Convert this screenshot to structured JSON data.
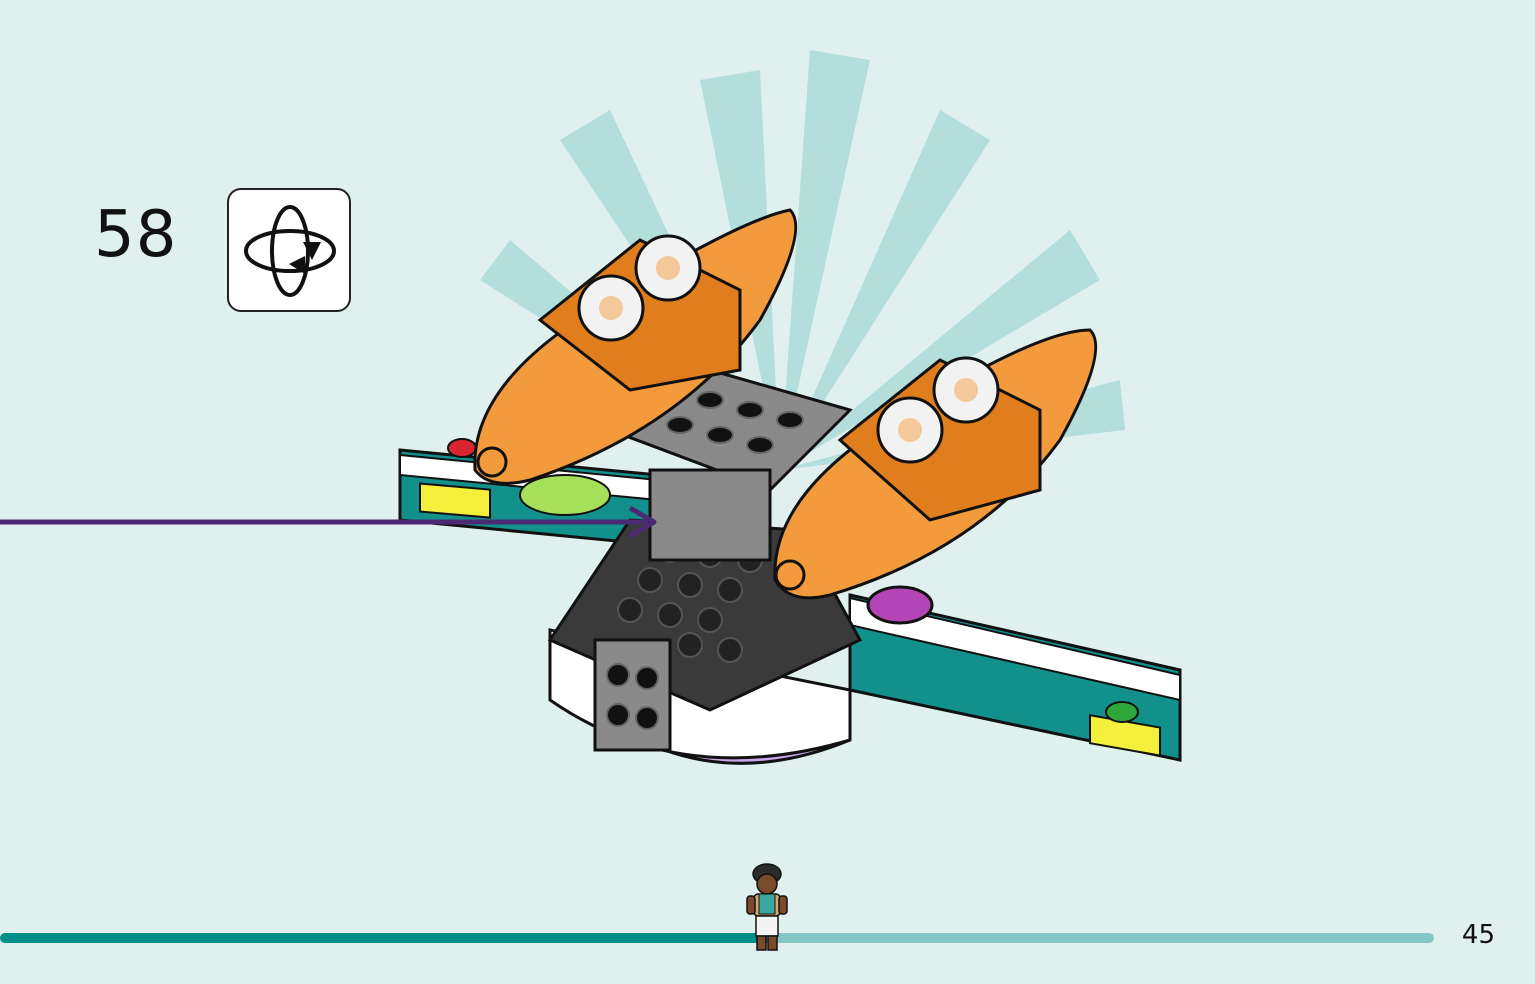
{
  "step": {
    "number": "58"
  },
  "rotate_icon": {
    "name": "rotate-model-icon"
  },
  "page": {
    "number": "45"
  },
  "progress": {
    "fraction": 0.535
  },
  "colors": {
    "background": "#dff0ef",
    "progress_track": "#84c7c4",
    "progress_fill": "#008f8a",
    "pointer_line": "#4b2a73",
    "brick_orange": "#f39a3c",
    "brick_teal": "#12918c",
    "brick_gray": "#8a8a8a",
    "brick_dark": "#3a3a3a",
    "brick_yellow": "#f4ef3a",
    "brick_lime": "#a6e05a",
    "brick_lavender": "#c9a8e8",
    "brick_magenta": "#b445b6"
  }
}
